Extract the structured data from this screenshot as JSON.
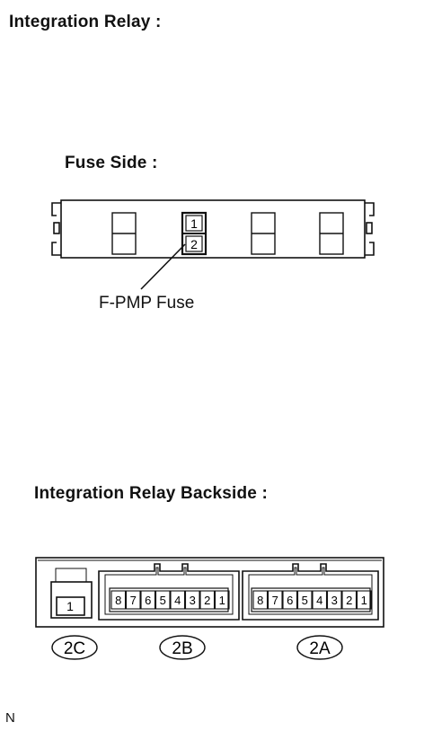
{
  "titles": {
    "main": "Integration Relay :",
    "fuse_side": "Fuse Side :",
    "backside": "Integration Relay Backside :"
  },
  "fuse_side": {
    "terminals": [
      "1",
      "2"
    ],
    "callout": "F-PMP Fuse"
  },
  "backside": {
    "connector_2c": {
      "label": "2C",
      "pins": [
        "1"
      ]
    },
    "connector_2b": {
      "label": "2B",
      "pins": [
        "8",
        "7",
        "6",
        "5",
        "4",
        "3",
        "2",
        "1"
      ]
    },
    "connector_2a": {
      "label": "2A",
      "pins": [
        "8",
        "7",
        "6",
        "5",
        "4",
        "3",
        "2",
        "1"
      ]
    }
  },
  "corner_mark": "N"
}
